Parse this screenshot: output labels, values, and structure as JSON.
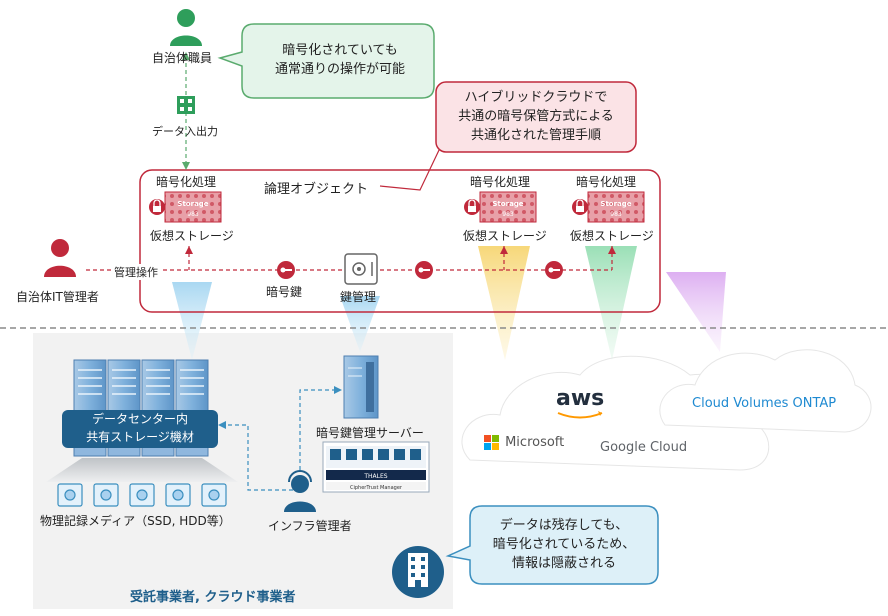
{
  "people": {
    "staff_label": "自治体職員",
    "data_io_label": "データ入出力",
    "it_admin_label": "自治体IT管理者",
    "admin_op_label": "管理操作",
    "infra_admin_label": "インフラ管理者"
  },
  "callouts": {
    "green_text": [
      "暗号化されていても",
      "通常通りの操作が可能"
    ],
    "pink_text": [
      "ハイブリッドクラウドで",
      "共通の暗号保管方式による",
      "共通化された管理手順"
    ],
    "blue_text": [
      "データは残存しても、",
      "暗号化されているため、",
      "情報は隠蔽される"
    ]
  },
  "logical": {
    "title": "論理オブジェクト",
    "encryption_label": "暗号化処理",
    "virtual_storage_label": "仮想ストレージ",
    "storage_icon_text": "Storage",
    "storage_icon_sub": "983",
    "crypto_key_label": "暗号鍵",
    "key_mgmt_label": "鍵管理"
  },
  "datacenter": {
    "shared_storage": [
      "データセンター内",
      "共有ストレージ機材"
    ],
    "media_label": "物理記録メディア（SSD, HDD等）",
    "key_server_label": "暗号鍵管理サーバー",
    "appliance_brand": "THALES",
    "appliance_product": "CipherTrust Manager",
    "footer": "受託事業者, クラウド事業者"
  },
  "clouds": {
    "aws": "aws",
    "microsoft": "Microsoft",
    "google": "Google Cloud",
    "cvo": "Cloud Volumes ONTAP"
  },
  "colors": {
    "accent_red": "#c0293b",
    "green_callout_fill": "#e4f4ea",
    "green_callout_stroke": "#5aab6e",
    "pink_callout_fill": "#fbe3e6",
    "blue_callout_fill": "#ddf0f8",
    "blue_callout_stroke": "#3b8fbf",
    "server_blue": "#6fa8dc",
    "dark_blue": "#1f5f8b"
  }
}
